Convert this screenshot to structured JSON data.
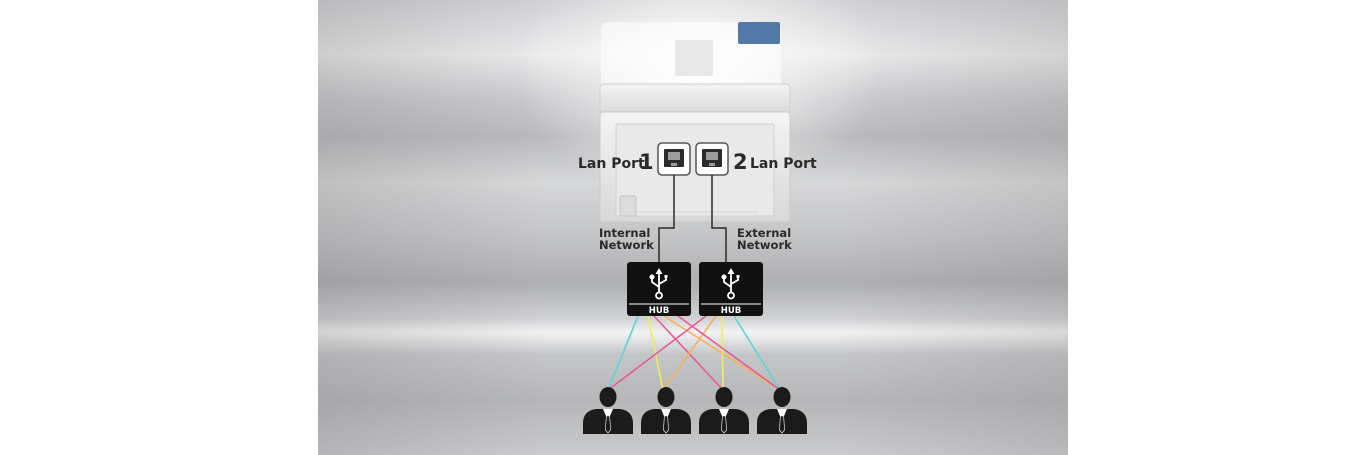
{
  "diagram": {
    "ports": [
      {
        "number": "1",
        "label": "Lan Port"
      },
      {
        "number": "2",
        "label": "Lan Port"
      }
    ],
    "networks": [
      {
        "line1": "Internal",
        "line2": "Network"
      },
      {
        "line1": "External",
        "line2": "Network"
      }
    ],
    "hubs": [
      {
        "label": "HUB",
        "icon": "usb-icon"
      },
      {
        "label": "HUB",
        "icon": "usb-icon"
      }
    ],
    "users": [
      {
        "icon": "user-silhouette-icon"
      },
      {
        "icon": "user-silhouette-icon"
      },
      {
        "icon": "user-silhouette-icon"
      },
      {
        "icon": "user-silhouette-icon"
      }
    ],
    "connection_colors": [
      "#5fd3d9",
      "#f2ea5a",
      "#e85a94",
      "#f4b25a"
    ]
  }
}
